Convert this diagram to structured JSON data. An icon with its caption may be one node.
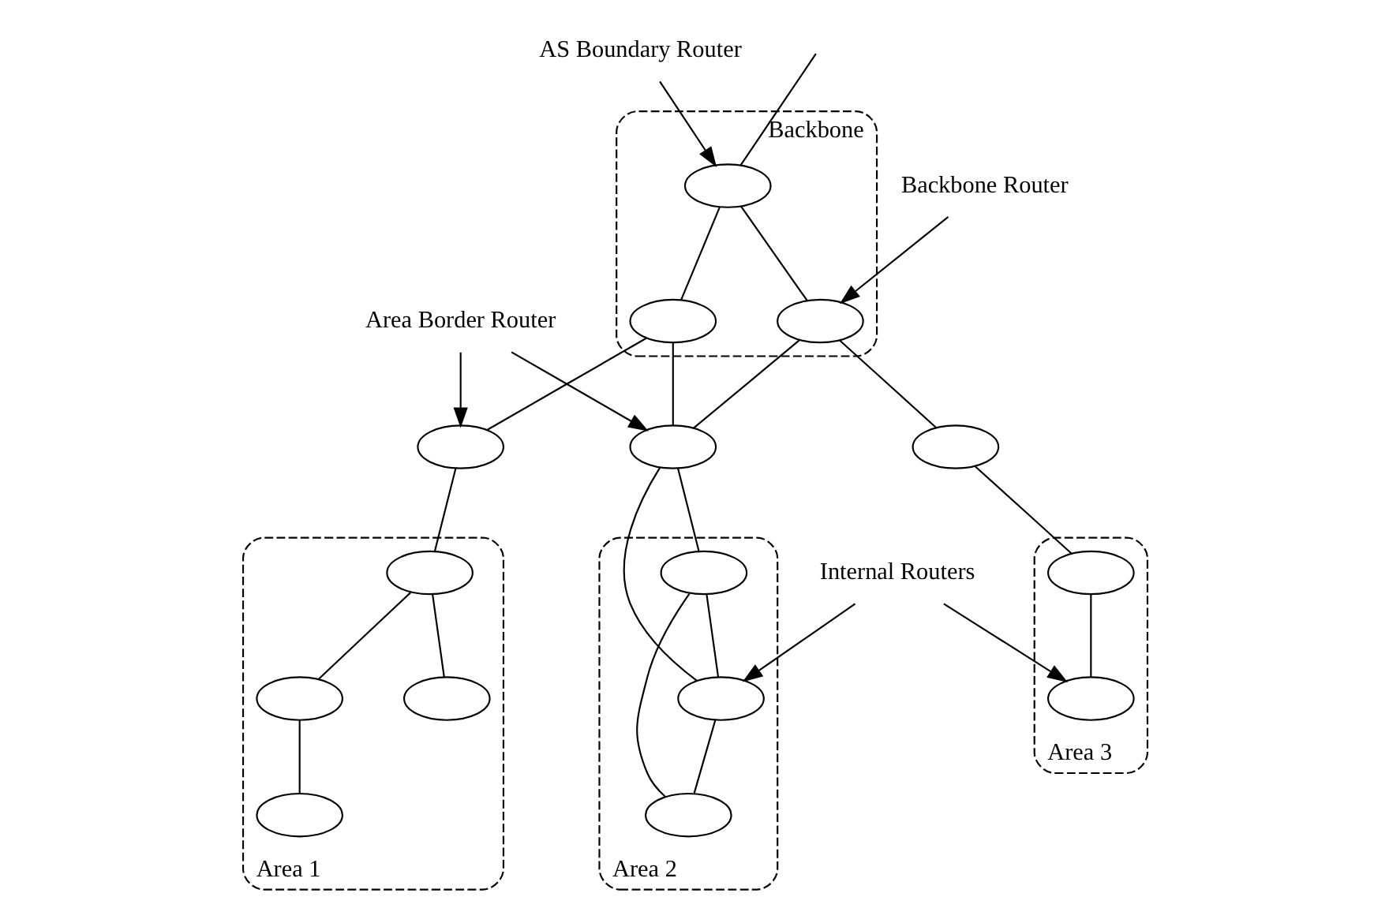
{
  "diagram": {
    "nodes": [
      {
        "text": [
          "Backbone"
        ]
      },
      {
        "text": [
          "Area 1"
        ]
      },
      {
        "text": [
          "Area 2"
        ]
      },
      {
        "text": [
          "Area 3"
        ]
      },
      {
        "text": [],
        "shape": "ellipse",
        "in": 0
      },
      {
        "text": [],
        "shape": "ellipse",
        "in": 0
      },
      {
        "text": [],
        "shape": "ellipse",
        "in": 0
      },
      {
        "text": [],
        "shape": "ellipse"
      },
      {
        "text": [],
        "shape": "ellipse"
      },
      {
        "text": [],
        "shape": "ellipse"
      },
      {
        "text": [],
        "shape": "ellipse",
        "in": 1
      },
      {
        "text": [],
        "shape": "ellipse",
        "in": 2
      },
      {
        "text": [],
        "shape": "ellipse",
        "in": 3
      },
      {
        "text": [],
        "shape": "ellipse",
        "in": 1
      },
      {
        "text": [],
        "shape": "ellipse",
        "in": 2
      },
      {
        "text": [],
        "shape": "ellipse",
        "in": 1
      },
      {
        "text": [],
        "shape": "ellipse",
        "in": 1
      },
      {
        "text": [],
        "shape": "ellipse",
        "in": 2
      },
      {
        "text": [],
        "shape": "ellipse",
        "in": 3
      },
      {
        "text": [
          "AS Boundary Router"
        ]
      },
      {
        "text": [
          "Area Border Router"
        ]
      },
      {
        "text": [
          "Backbone Router"
        ]
      },
      {
        "text": [
          "Internal Routers"
        ]
      }
    ],
    "edges": [
      {
        "from": null,
        "to": 4,
        "arrow": "none"
      },
      {
        "from": 4,
        "to": 5,
        "arrow": "none"
      },
      {
        "from": 4,
        "to": 6,
        "arrow": "none"
      },
      {
        "from": 5,
        "to": 7,
        "arrow": "none"
      },
      {
        "from": 5,
        "to": 8,
        "arrow": "none"
      },
      {
        "from": 6,
        "to": 8,
        "arrow": "none"
      },
      {
        "from": 6,
        "to": 9,
        "arrow": "none"
      },
      {
        "from": 7,
        "to": 10,
        "arrow": "none"
      },
      {
        "from": 10,
        "to": 13,
        "arrow": "none"
      },
      {
        "from": 10,
        "to": 15,
        "arrow": "none"
      },
      {
        "from": 13,
        "to": 16,
        "arrow": "none"
      },
      {
        "from": 8,
        "to": 11,
        "arrow": "none"
      },
      {
        "from": 8,
        "to": 14,
        "arrow": "none"
      },
      {
        "from": 11,
        "to": 14,
        "arrow": "none"
      },
      {
        "from": 11,
        "to": 17,
        "arrow": "none"
      },
      {
        "from": 14,
        "to": 17,
        "arrow": "none"
      },
      {
        "from": 9,
        "to": 12,
        "arrow": "none"
      },
      {
        "from": 12,
        "to": 18,
        "arrow": "none"
      },
      {
        "from": 19,
        "to": 4,
        "arrow": "to"
      },
      {
        "from": 20,
        "to": 7,
        "arrow": "to"
      },
      {
        "from": 20,
        "to": 8,
        "arrow": "to"
      },
      {
        "from": 21,
        "to": 6,
        "arrow": "to"
      },
      {
        "from": 22,
        "to": 14,
        "arrow": "to"
      },
      {
        "from": 22,
        "to": 18,
        "arrow": "to"
      }
    ]
  }
}
